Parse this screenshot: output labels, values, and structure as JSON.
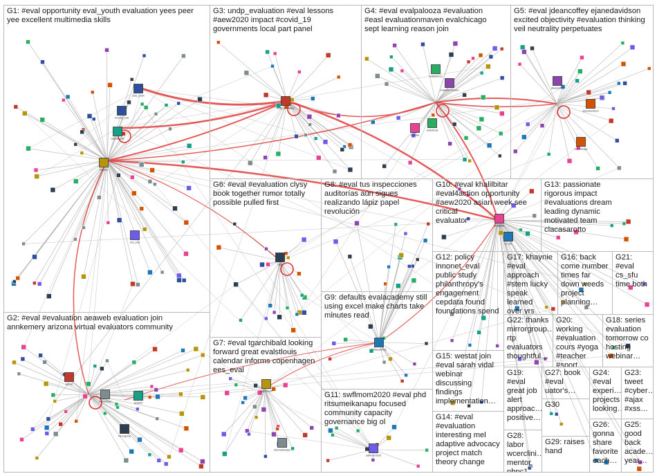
{
  "groups": [
    {
      "id": "G1",
      "label": "G1: #eval opportunity eval_youth evaluation yees peer\nyee excellent multimedia skills"
    },
    {
      "id": "G2",
      "label": "G2: #eval #evaluation aeaweb evaluation join\nannkemery arizona virtual evaluators community"
    },
    {
      "id": "G3",
      "label": "G3: undp_evaluation #eval lessons\n#aew2020 impact #covid_19\ngovernments local part panel"
    },
    {
      "id": "G4",
      "label": "G4: #eval evalpalooza #evaluation\n#easl evaluationmaven evalchicago\nsept learning reason join"
    },
    {
      "id": "G5",
      "label": "G5: #eval jdeancoffey ejanedavidson\nexcited objectivity #evaluation thinking\nveil neutrality perpetuates"
    },
    {
      "id": "G6",
      "label": "G6: #eval #evaluation clysy\nbook together rumor totally\npossible pulled first"
    },
    {
      "id": "G7",
      "label": "G7: #eval tgarchibald looking\nforward great evalstlouis\ncalendar informs copenhagen\nees_eval"
    },
    {
      "id": "G8",
      "label": "G8: #eval tus inspecciones\nauditorías aún sigues\nrealizando lápiz papel\nrevolución"
    },
    {
      "id": "G9",
      "label": "G9: defaults evalacademy still\nusing excel make charts take\nminutes read"
    },
    {
      "id": "G10",
      "label": "G10: #eval khalilbitar\n#eval4action opportunity\n#aew2020 asian week see critical\nevaluator"
    },
    {
      "id": "G11",
      "label": "G11: swflmom2020 #eval phd\nritsumeikanapu focused\ncommunity capacity\ngovernance big ol"
    },
    {
      "id": "G12",
      "label": "G12: policy\ninnonet_eval\npublic study\nphilanthropy's\nengagement\ncepdata found\nfoundations spend"
    },
    {
      "id": "G13",
      "label": "G13: passionate\nrigorous impact\n#evaluations dream\nleading dynamic\nmotivated team\nclacasarotto"
    },
    {
      "id": "G14",
      "label": "G14: #eval\n#evaluation\ninteresting mel\nadaptive advocacy\nproject match\ntheory change"
    },
    {
      "id": "G15",
      "label": "G15: westat join\n#eval sarah vidal\nwebinar\ndiscussing\nfindings\nimplementation…"
    },
    {
      "id": "G16",
      "label": "G16: back\ncome number\ntimes far\ndown weeds\nproject\nplanning…"
    },
    {
      "id": "G17",
      "label": "G17: khaynie\n#eval\napproach\n#stem lucky\nspeak learned\nover yrs"
    },
    {
      "id": "G18",
      "label": "G18: series\nevaluation\ntomorrow co\nhosting\nwebinar…"
    },
    {
      "id": "G19",
      "label": "G19:\n#eval\ngreat job\nalert\napproac…\npositive…"
    },
    {
      "id": "G20",
      "label": "G20: working\n#evaluation\ncours #yoga\n#teacher\n#sport…"
    },
    {
      "id": "G21",
      "label": "G21: #eval\ncs_sfu\ntime both"
    },
    {
      "id": "G22",
      "label": "G22: thanks\nmirrorgroup…\nrtp\nevaluators\nthoughtful…"
    },
    {
      "id": "G23",
      "label": "G23:\ntweet\n#cyber…\n#ajax\n#xss…"
    },
    {
      "id": "G24",
      "label": "G24:\n#eval\nexperi…\nprojects\nlooking…"
    },
    {
      "id": "G25",
      "label": "G25:\ngood\nback\nacade…\nyear…"
    },
    {
      "id": "G26",
      "label": "G26:\ngonna\nshare\nfavorite\neach…"
    },
    {
      "id": "G27",
      "label": "G27: book\n#eval\nuator's…"
    },
    {
      "id": "G28",
      "label": "G28: labor\nwcerclini…\nmentor\nnbpc1…"
    },
    {
      "id": "G29",
      "label": "G29: raises\nhand"
    },
    {
      "id": "G30",
      "label": "G30"
    }
  ],
  "node_labels": [
    "eval_youth",
    "undp_evaluation",
    "evalpalooza",
    "jdeancoffey",
    "ejanedavidson",
    "aeaweb",
    "annkemery",
    "clysy",
    "tgarchibald",
    "evalacademy",
    "khalilbitar",
    "swflmom2020",
    "innonet_eval",
    "westat",
    "evalstlouis",
    "evaluationmaven",
    "evalchicago",
    "clacasarotto",
    "ritsumeikanapu",
    "mirrorgroup",
    "khaynie",
    "cs_sfu",
    "cepdata",
    "ees_eval"
  ],
  "colors": {
    "box_border": "#b9b9b9",
    "edge_gray": "#9a9a9a",
    "edge_red": "#e03030",
    "label_text": "#1a1a1a"
  }
}
